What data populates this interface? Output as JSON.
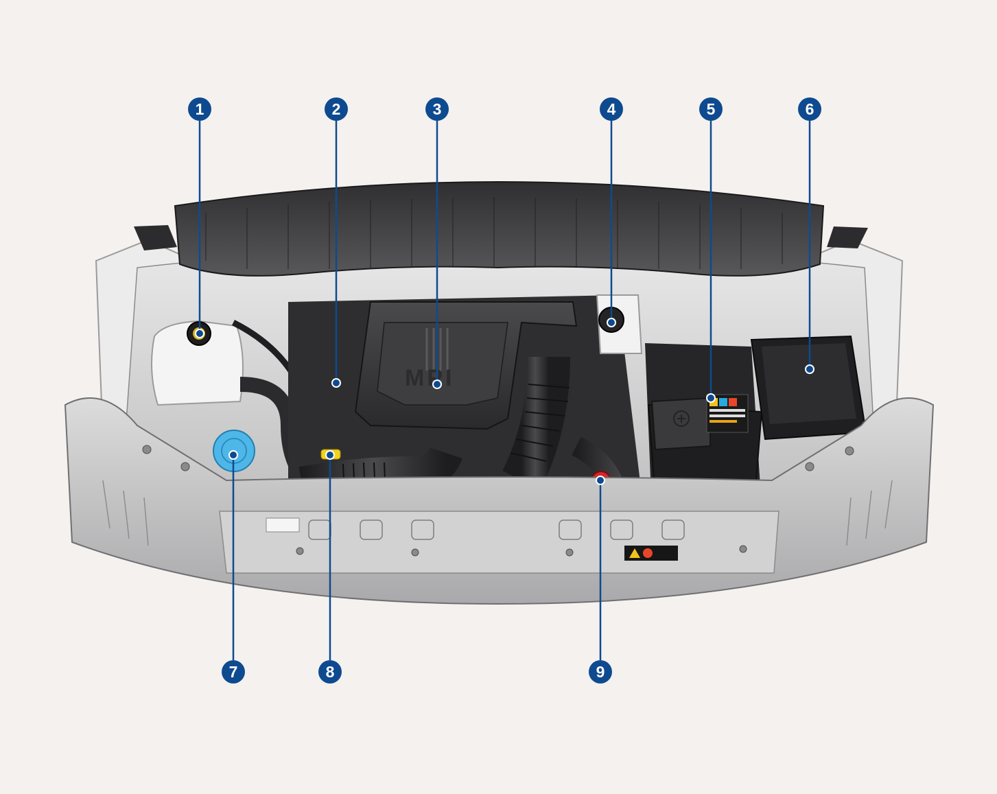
{
  "diagram": {
    "engine_cover_text": "MPI",
    "callouts": [
      {
        "num": "1",
        "part": "engine-coolant-reservoir"
      },
      {
        "num": "2",
        "part": "engine-oil-filler-cap"
      },
      {
        "num": "3",
        "part": "engine-cover"
      },
      {
        "num": "4",
        "part": "brake-fluid-reservoir"
      },
      {
        "num": "5",
        "part": "battery"
      },
      {
        "num": "6",
        "part": "fuse-box"
      },
      {
        "num": "7",
        "part": "washer-fluid-reservoir"
      },
      {
        "num": "8",
        "part": "engine-oil-dipstick"
      },
      {
        "num": "9",
        "part": "radiator-cap"
      }
    ]
  },
  "colors": {
    "callout": "#0e4a8f",
    "leader": "#0e4a8f",
    "background": "#f4f1ef",
    "washer_cap": "#4fb7e8",
    "dipstick_handle": "#f2d21a",
    "radiator_cap": "#d9262a"
  }
}
